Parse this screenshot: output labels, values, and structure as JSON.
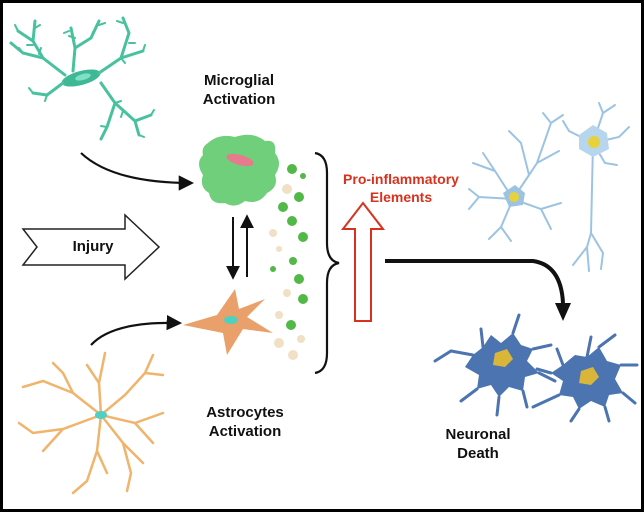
{
  "labels": {
    "microglial_line1": "Microglial",
    "microglial_line2": "Activation",
    "astrocytes_line1": "Astrocytes",
    "astrocytes_line2": "Activation",
    "neuronal_line1": "Neuronal",
    "neuronal_line2": "Death",
    "pro_line1": "Pro-inflammatory",
    "pro_line2": "Elements",
    "injury": "Injury"
  },
  "colors": {
    "microglia_resting": "#48c29e",
    "microglia_active": "#6fcf7a",
    "microglia_nucleus": "#e87a8e",
    "astrocyte": "#f0b46c",
    "astrocyte_body": "#e9a06a",
    "astrocyte_nucleus": "#4fd0c0",
    "neuron_healthy": "#9cc4e2",
    "neuron_healthy_nucleus": "#e8d23a",
    "neuron_dead": "#4b74b0",
    "neuron_dead_nucleus": "#d9b53a",
    "pro_arrow": "#d8321f",
    "dot_green": "#52b848",
    "dot_beige": "#f1dfc6"
  }
}
